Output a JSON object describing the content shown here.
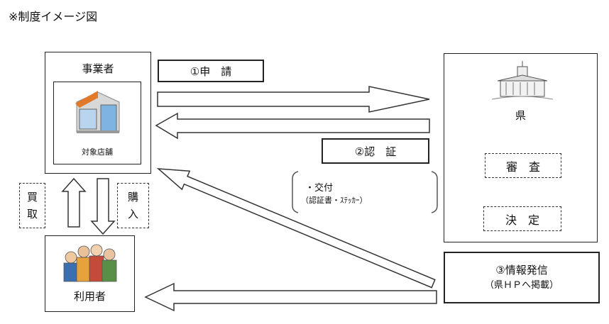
{
  "title": "※制度イメージ図",
  "business": {
    "label": "事業者",
    "store_label": "対象店舗"
  },
  "steps": {
    "apply": "①申　請",
    "certify": "②認　証",
    "issue_line1": "・交付",
    "issue_line2": "（認証書・ｽﾃｯｶｰ）",
    "publish_line1": "③情報発信",
    "publish_line2": "（県ＨＰへ掲載）"
  },
  "prefecture": {
    "label": "県",
    "review": "審　査",
    "decision": "決　定"
  },
  "users": {
    "label": "利用者",
    "buy_in": "買\n取",
    "purchase": "購\n入"
  }
}
